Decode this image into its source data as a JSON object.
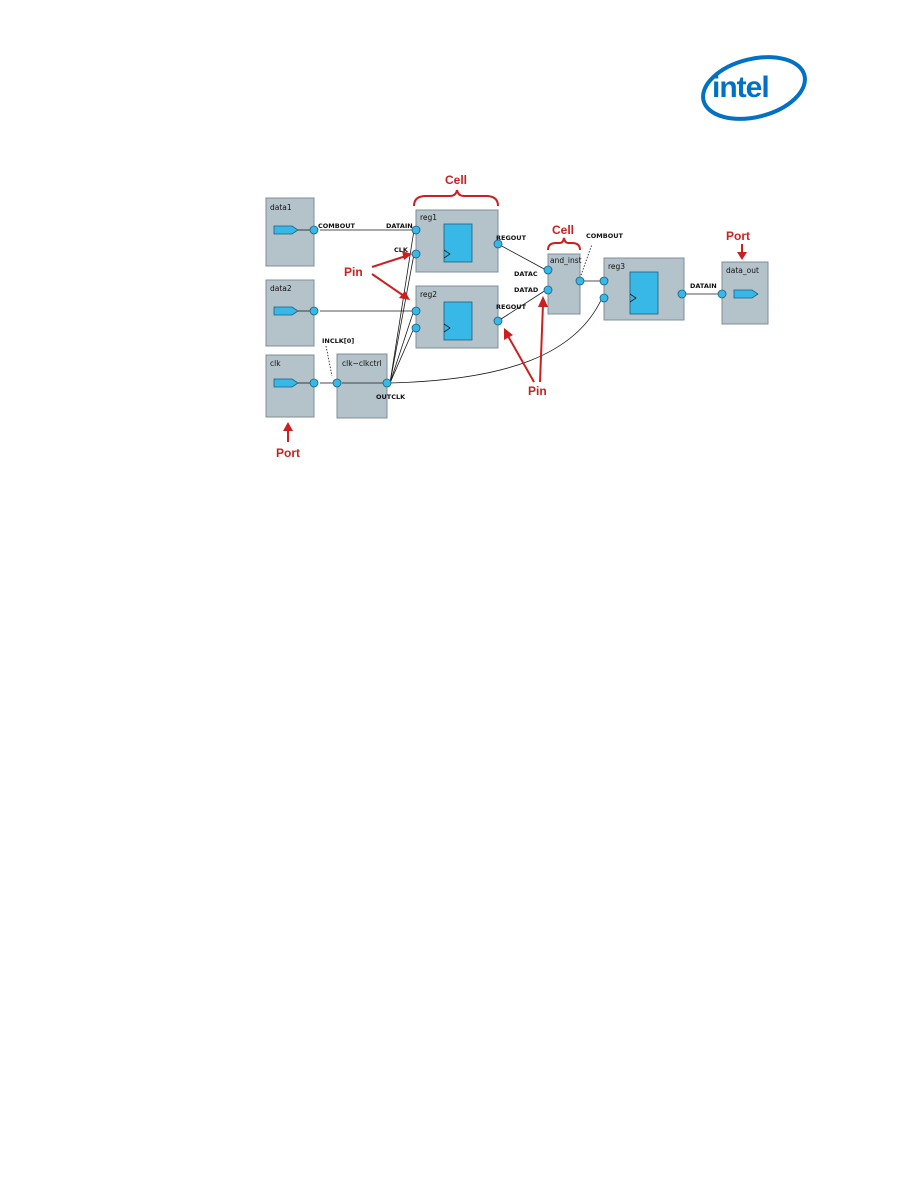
{
  "logo": {
    "text": "intel",
    "color": "#0071c5"
  },
  "diagram": {
    "blocks": {
      "data1": "data1",
      "data2": "data2",
      "clk": "clk",
      "clkctrl": "clk~clkctrl",
      "reg1": "reg1",
      "reg2": "reg2",
      "and_inst": "and_inst",
      "reg3": "reg3",
      "data_out": "data_out"
    },
    "pins": {
      "data1_combout": "COMBOUT",
      "reg1_datain": "DATAIN",
      "reg1_clk": "CLK",
      "reg1_regout": "REGOUT",
      "reg2_regout": "REGOUT",
      "inclk": "INCLK[0]",
      "outclk": "OUTCLK",
      "and_datac": "DATAC",
      "and_datad": "DATAD",
      "and_combout": "COMBOUT",
      "reg3_datain": "DATAIN"
    },
    "annotations": {
      "cell_top": "Cell",
      "cell_and": "Cell",
      "pin_left": "Pin",
      "pin_bottom": "Pin",
      "port_top": "Port",
      "port_bottom": "Port"
    },
    "colors": {
      "block_fill": "#b4c2ca",
      "pin_fill": "#37b8e6",
      "annotation": "#cc1f1f"
    }
  }
}
